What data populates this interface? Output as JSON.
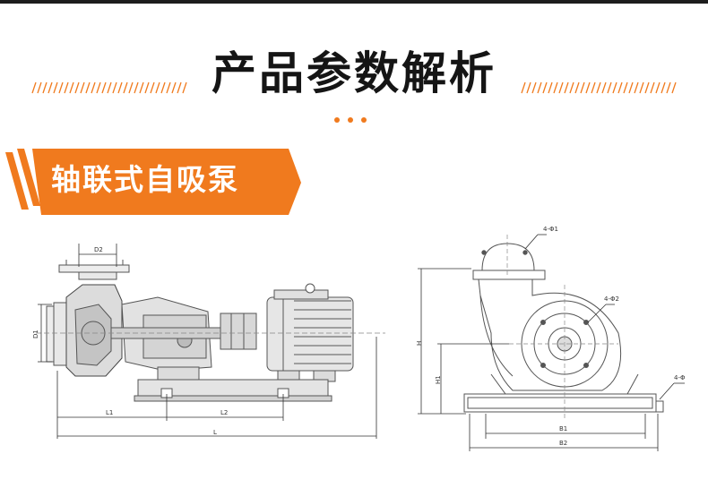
{
  "header": {
    "title": "产品参数解析"
  },
  "section": {
    "label": "轴联式自吸泵"
  },
  "accent_color": "#f07a1e",
  "side_view": {
    "labels": {
      "d2": "D2",
      "d1": "D1",
      "l1": "L1",
      "l2": "L2",
      "l": "L"
    }
  },
  "front_view": {
    "labels": {
      "phi1": "4-Φ1",
      "phi2": "4-Φ2",
      "phi": "4-Φ",
      "h": "H",
      "h1": "H1",
      "b1": "B1",
      "b2": "B2"
    }
  }
}
